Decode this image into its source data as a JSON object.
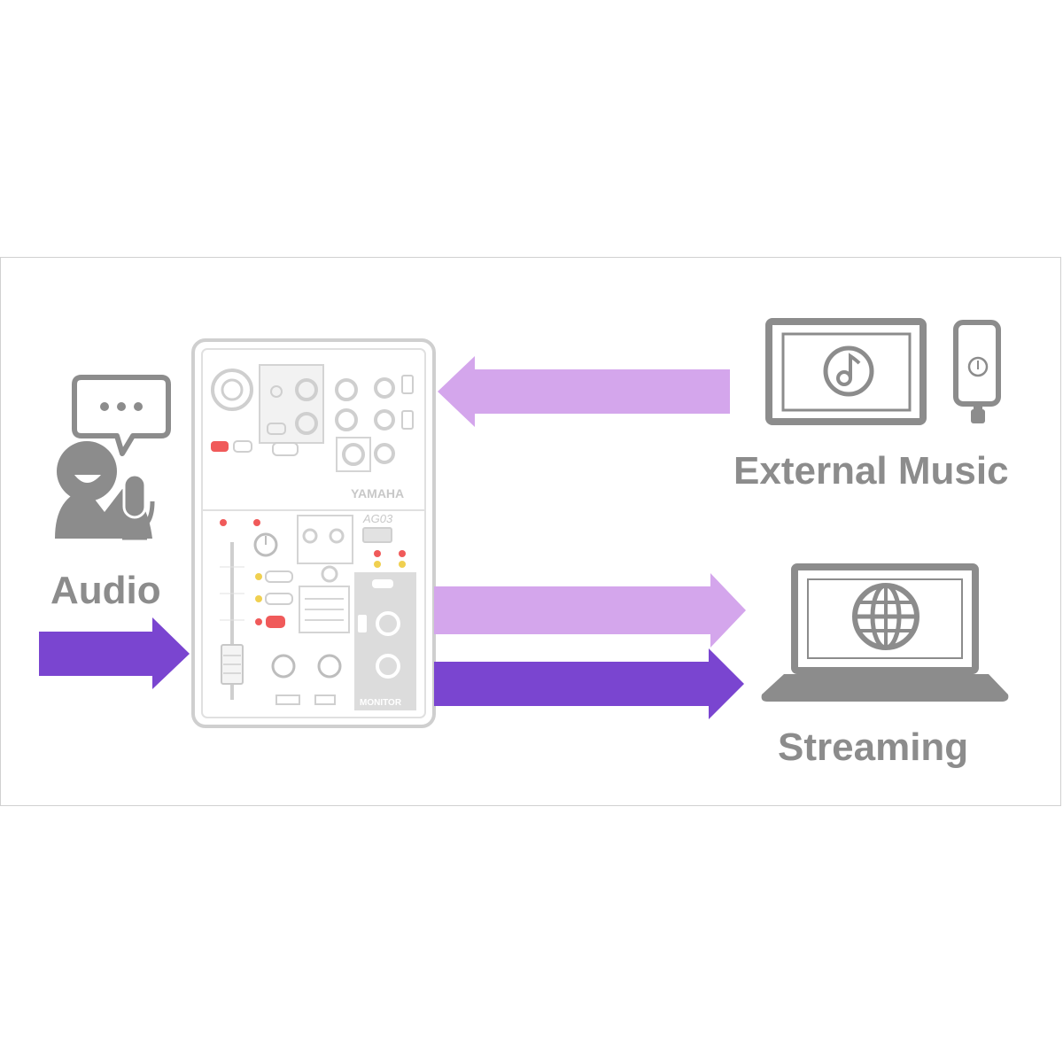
{
  "labels": {
    "audio": "Audio",
    "external_music": "External Music",
    "streaming": "Streaming"
  },
  "mixer": {
    "brand": "YAMAHA",
    "model": "AG03",
    "monitor": "MONITOR"
  },
  "colors": {
    "dark_purple": "#7a45d0",
    "light_purple": "#d4a6ec",
    "icon_gray": "#8c8c8c",
    "device_outline": "#cfcfcf",
    "led_red": "#f05a5a",
    "led_yellow": "#f0d050"
  },
  "icons": [
    "speech-bubble-icon",
    "person-icon",
    "microphone-icon",
    "tablet-icon",
    "music-note-icon",
    "phone-icon",
    "laptop-icon",
    "globe-icon"
  ]
}
